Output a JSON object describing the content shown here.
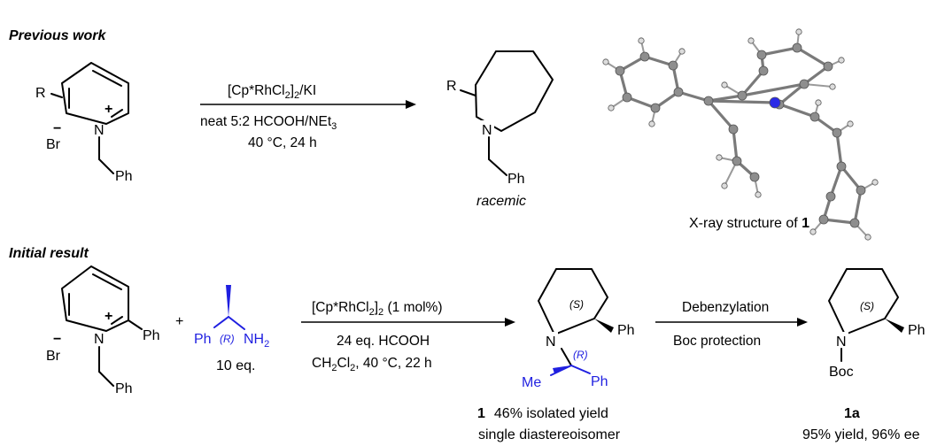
{
  "sections": {
    "previous_work": "Previous work",
    "initial_result": "Initial result"
  },
  "reaction1": {
    "reactant": {
      "R": "R",
      "charge_plus": "+",
      "charge_minus": "−",
      "N": "N",
      "counterion": "Br",
      "Ph": "Ph"
    },
    "conditions": {
      "line1_main": "[Cp*RhCl",
      "line1_sub": "2",
      "line1_main2": "]",
      "line1_sub2": "2",
      "line1_tail": "/KI",
      "line2_main": "neat 5:2 HCOOH/NEt",
      "line2_sub": "3",
      "line3": "40 °C, 24 h"
    },
    "product": {
      "R": "R",
      "N": "N",
      "Ph": "Ph",
      "note": "racemic"
    }
  },
  "xray": {
    "caption_prefix": "X-ray structure of ",
    "caption_bold": "1",
    "atoms": {
      "carbon": "#8e8e8e",
      "nitrogen": "#2a2ae6",
      "hydrogen": "#dcdcdc"
    }
  },
  "reaction2": {
    "reactant": {
      "plus_charge": "+",
      "minus_charge": "−",
      "N": "N",
      "counterion": "Br",
      "Ph_ring": "Ph",
      "Ph_benzyl": "Ph"
    },
    "plus_sign": "+",
    "amine": {
      "Ph": "Ph",
      "R_label": "(R)",
      "NH": "NH",
      "NH_sub": "2",
      "equiv": "10 eq."
    },
    "conditions": {
      "line1_main": "[Cp*RhCl",
      "line1_sub": "2",
      "line1_main2": "]",
      "line1_sub2": "2",
      "line1_tail": " (1 mol%)",
      "line2": "24 eq. HCOOH",
      "line3_a": "CH",
      "line3_sub1": "2",
      "line3_b": "Cl",
      "line3_sub2": "2",
      "line3_c": ", 40 °C, 22 h"
    },
    "product": {
      "S_label": "(S)",
      "R_label": "(R)",
      "N": "N",
      "Ph_ring": "Ph",
      "Me": "Me",
      "Ph_side": "Ph",
      "compound": "1",
      "yield": "46% isolated yield",
      "note": "single diastereoisomer"
    },
    "step2_conditions": {
      "top": "Debenzylation",
      "bottom": "Boc protection"
    },
    "final": {
      "S_label": "(S)",
      "N": "N",
      "Ph": "Ph",
      "Boc": "Boc",
      "compound": "1a",
      "yield": "95% yield, 96% ee"
    }
  }
}
